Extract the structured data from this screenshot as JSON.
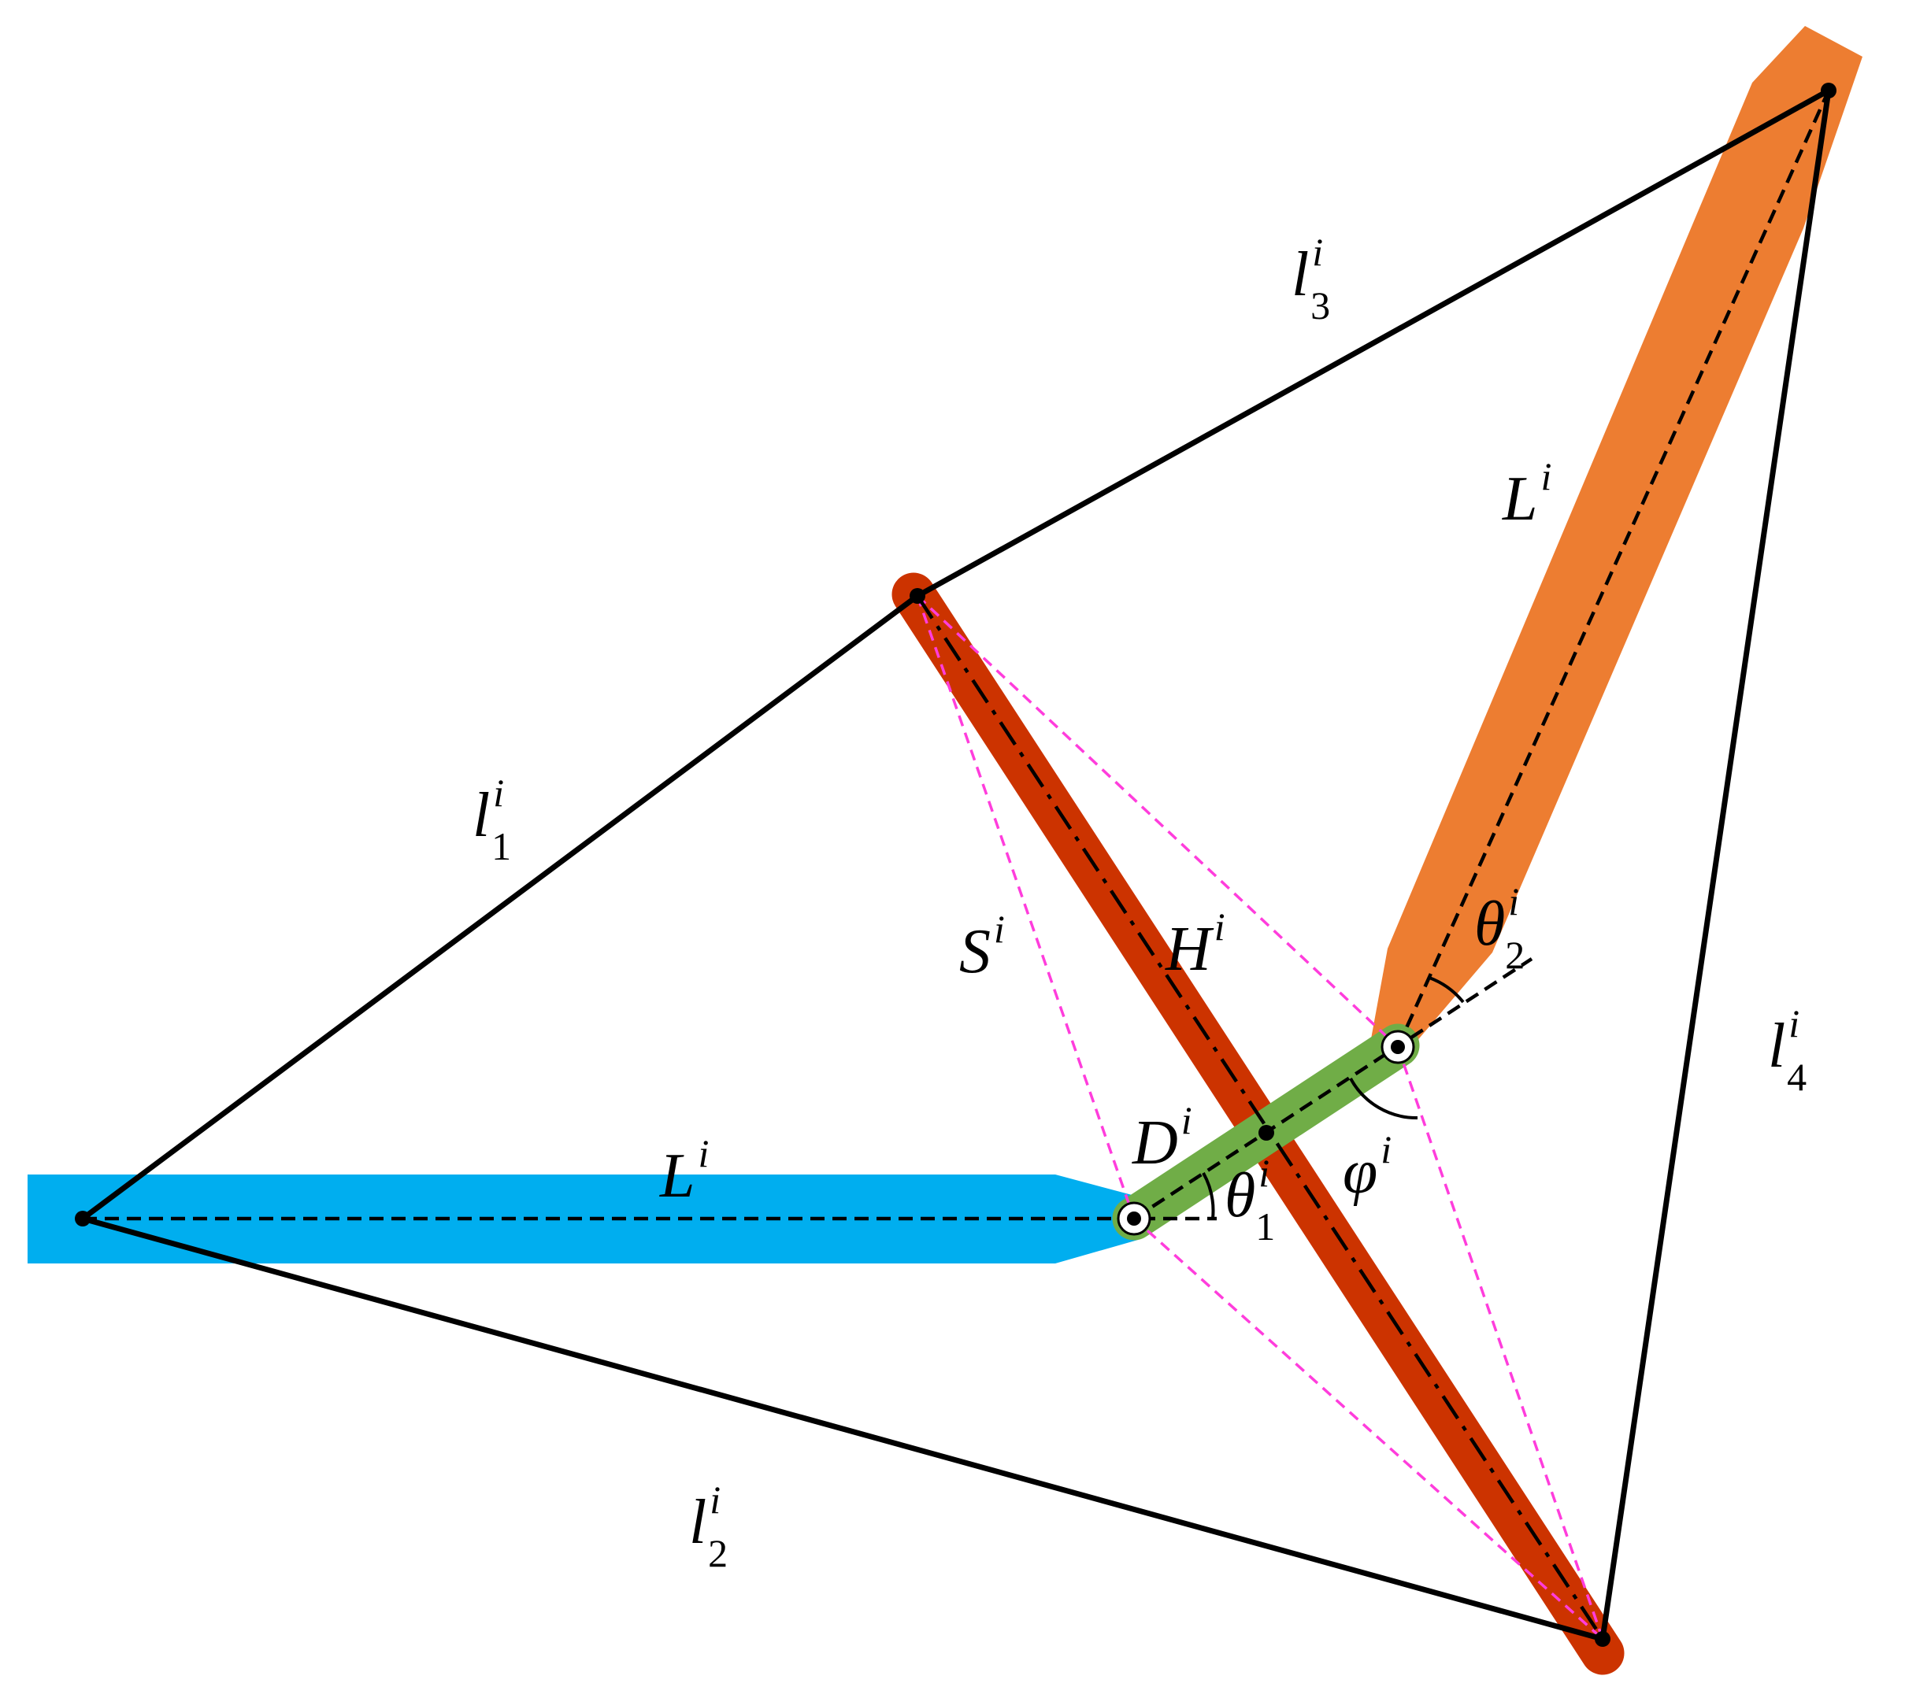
{
  "colors": {
    "background": "#ffffff",
    "outline": "#000000",
    "blue_link": "#00aeef",
    "orange_link": "#ed7d31",
    "red_link": "#cc3300",
    "green_link": "#70ad47",
    "diagonal_lines": "#ff3ddc"
  },
  "labels": {
    "l1": {
      "main": "l",
      "sup": "i",
      "sub": "1"
    },
    "l2": {
      "main": "l",
      "sup": "i",
      "sub": "2"
    },
    "l3": {
      "main": "l",
      "sup": "i",
      "sub": "3"
    },
    "l4": {
      "main": "l",
      "sup": "i",
      "sub": "4"
    },
    "L_orange": {
      "main": "L",
      "sup": "i"
    },
    "L_blue": {
      "main": "L",
      "sup": "i"
    },
    "S": {
      "main": "S",
      "sup": "i"
    },
    "H": {
      "main": "H",
      "sup": "i"
    },
    "D": {
      "main": "D",
      "sup": "i"
    },
    "theta1": {
      "main": "θ",
      "sup": "i",
      "sub": "1"
    },
    "theta2": {
      "main": "θ",
      "sup": "i",
      "sub": "2"
    },
    "phi": {
      "main": "φ",
      "sup": "i"
    }
  }
}
